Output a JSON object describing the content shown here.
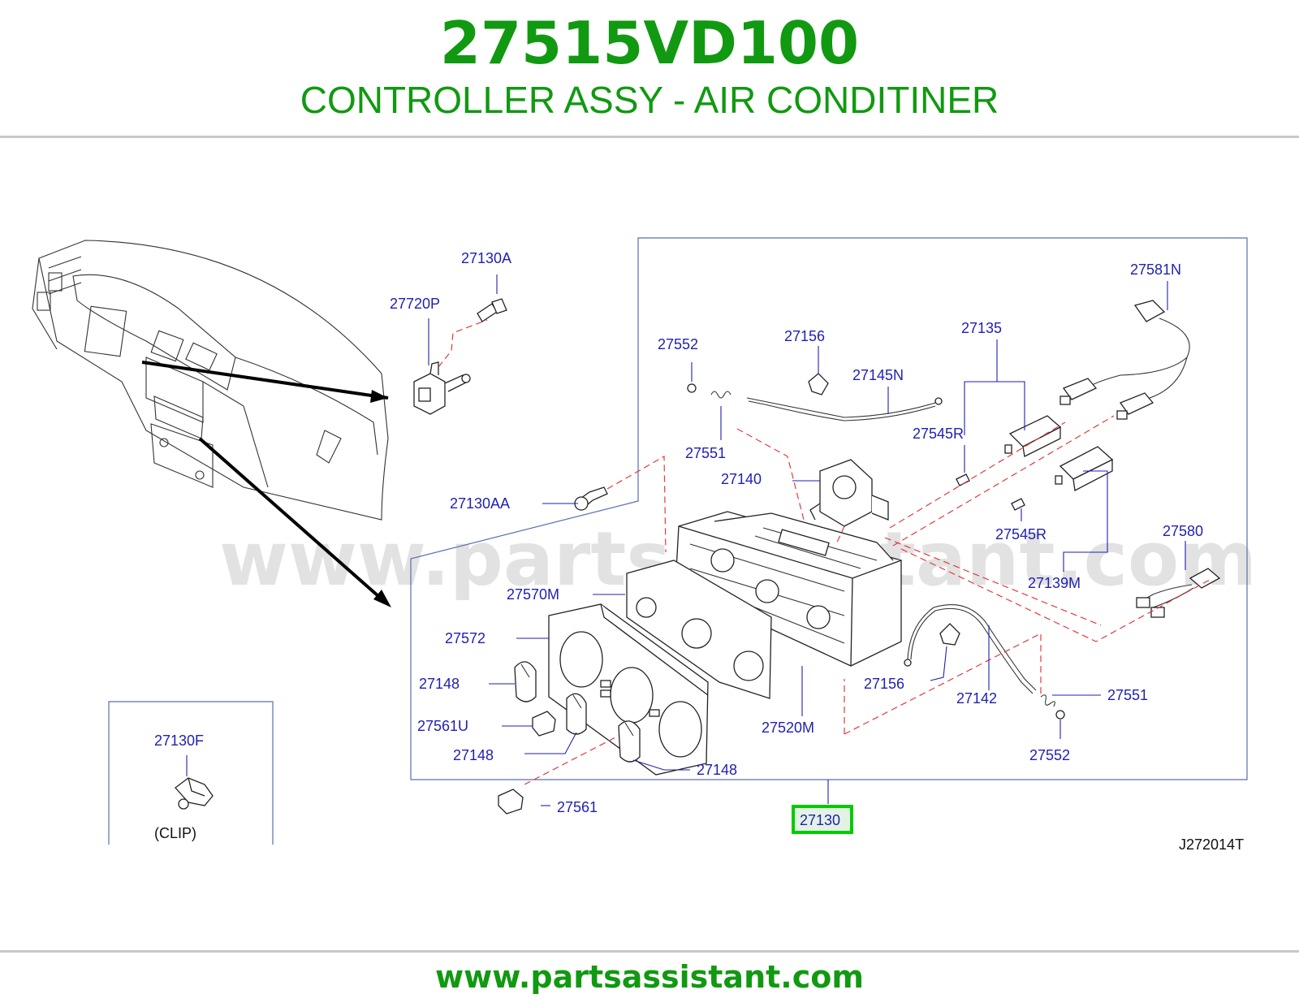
{
  "header": {
    "part_number": "27515VD100",
    "part_title": "CONTROLLER ASSY - AIR CONDITINER"
  },
  "diagram": {
    "watermark": "www.partsassistant.com",
    "drawing_code": "J272014T",
    "highlight_color": "#00cc00",
    "brand_color": "#119911",
    "label_color": "#1f1fb4",
    "clip_note": "(CLIP)",
    "labels": {
      "p27130A": "27130A",
      "p27720P": "27720P",
      "p27552a": "27552",
      "p27156a": "27156",
      "p27135": "27135",
      "p27581N": "27581N",
      "p27145N": "27145N",
      "p27545Ra": "27545R",
      "p27551a": "27551",
      "p27140": "27140",
      "p27130AA": "27130AA",
      "p27545Rb": "27545R",
      "p27580": "27580",
      "p27139M": "27139M",
      "p27570M": "27570M",
      "p27572": "27572",
      "p27148a": "27148",
      "p27561U": "27561U",
      "p27148b": "27148",
      "p27148c": "27148",
      "p27561": "27561",
      "p27520M": "27520M",
      "p27156b": "27156",
      "p27142": "27142",
      "p27551b": "27551",
      "p27552b": "27552",
      "p27130F": "27130F",
      "p27130": "27130"
    }
  },
  "footer": {
    "website": "www.partsassistant.com"
  }
}
